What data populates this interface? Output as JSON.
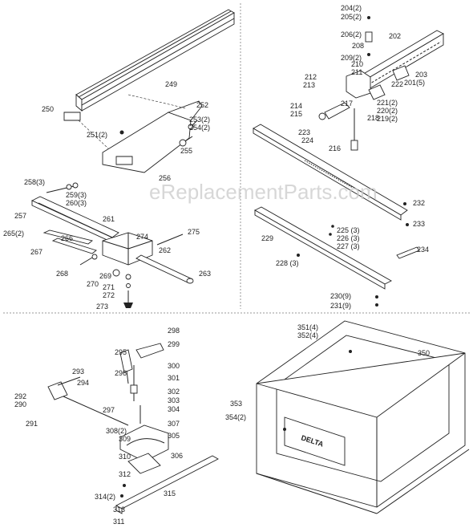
{
  "watermark": "eReplacementParts.com",
  "brand": {
    "logo_text": "DELTA"
  },
  "quadrants": {
    "top_left": {
      "callouts": [
        "249",
        "250",
        "251(2)",
        "252",
        "253(2)",
        "254(2)",
        "255",
        "256",
        "258(3)",
        "259(3)",
        "260(3)",
        "257",
        "261",
        "265(2)",
        "266",
        "267",
        "268",
        "269",
        "270",
        "271",
        "272",
        "273",
        "274",
        "275",
        "262",
        "263"
      ]
    },
    "top_right": {
      "callouts": [
        "204(2)",
        "205(2)",
        "206(2)",
        "208",
        "209(2)",
        "210",
        "211",
        "202",
        "212",
        "213",
        "203",
        "201(5)",
        "222",
        "214",
        "215",
        "217",
        "221(2)",
        "220(2)",
        "218",
        "219(2)",
        "223",
        "224",
        "216",
        "232",
        "233",
        "229",
        "225 (3)",
        "226 (3)",
        "227 (3)",
        "228 (3)",
        "234",
        "230(9)",
        "231(9)"
      ]
    },
    "bottom_left": {
      "callouts": [
        "298",
        "299",
        "295",
        "296",
        "300",
        "301",
        "302",
        "303",
        "304",
        "307",
        "305",
        "306",
        "308(2)",
        "309",
        "310",
        "312",
        "314(2)",
        "313",
        "311",
        "315",
        "293",
        "294",
        "292",
        "290",
        "291",
        "297"
      ]
    },
    "bottom_right": {
      "callouts": [
        "351(4)",
        "352(4)",
        "350",
        "353",
        "354(2)"
      ]
    }
  }
}
